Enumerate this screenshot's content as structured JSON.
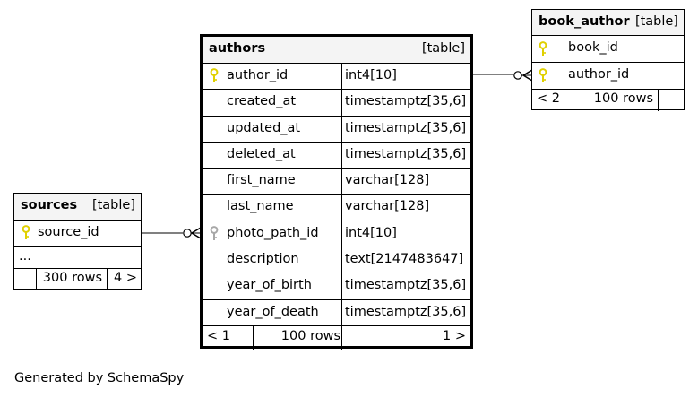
{
  "authors": {
    "name": "authors",
    "type_label": "[table]",
    "columns": [
      {
        "name": "author_id",
        "type": "int4[10]",
        "key": "primary"
      },
      {
        "name": "created_at",
        "type": "timestamptz[35,6]",
        "key": ""
      },
      {
        "name": "updated_at",
        "type": "timestamptz[35,6]",
        "key": ""
      },
      {
        "name": "deleted_at",
        "type": "timestamptz[35,6]",
        "key": ""
      },
      {
        "name": "first_name",
        "type": "varchar[128]",
        "key": ""
      },
      {
        "name": "last_name",
        "type": "varchar[128]",
        "key": ""
      },
      {
        "name": "photo_path_id",
        "type": "int4[10]",
        "key": "foreign"
      },
      {
        "name": "description",
        "type": "text[2147483647]",
        "key": ""
      },
      {
        "name": "year_of_birth",
        "type": "timestamptz[35,6]",
        "key": ""
      },
      {
        "name": "year_of_death",
        "type": "timestamptz[35,6]",
        "key": ""
      }
    ],
    "footer": {
      "parents": "< 1",
      "rows": "100 rows",
      "children": "1 >"
    }
  },
  "book_author": {
    "name": "book_author",
    "type_label": "[table]",
    "columns": [
      {
        "name": "book_id",
        "key": "primary"
      },
      {
        "name": "author_id",
        "key": "primary"
      }
    ],
    "footer": {
      "parents": "< 2",
      "rows": "100 rows",
      "children": ""
    }
  },
  "sources": {
    "name": "sources",
    "type_label": "[table]",
    "columns": [
      {
        "name": "source_id",
        "key": "primary"
      }
    ],
    "ellipsis": "...",
    "footer": {
      "parents": "",
      "rows": "300 rows",
      "children": "4 >"
    }
  },
  "colors": {
    "primary_key": "#e0d000",
    "foreign_key": "#a8a8a8",
    "header_bg": "#f4f4f4"
  },
  "generated_by": "Generated by SchemaSpy"
}
